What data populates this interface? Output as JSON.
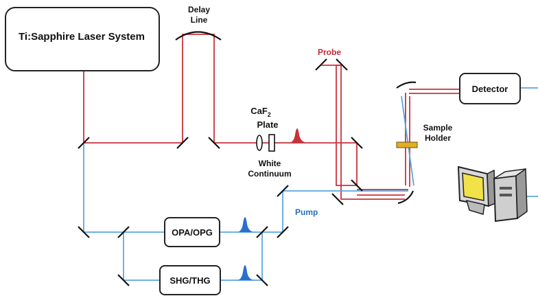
{
  "labels": {
    "laser": "Ti:Sapphire Laser System",
    "delay_line_1": "Delay",
    "delay_line_2": "Line",
    "caf2_main": "CaF",
    "caf2_sub": "2",
    "plate": "Plate",
    "white_1": "White",
    "white_2": "Continuum",
    "probe": "Probe",
    "pump": "Pump",
    "detector": "Detector",
    "sample_1": "Sample",
    "sample_2": "Holder",
    "opa": "OPA/OPG",
    "shg": "SHG/THG"
  },
  "colors": {
    "probe_beam": "#c8323c",
    "pump_beam": "#5aa7dd",
    "probe_label": "#c0283a",
    "pump_label": "#2a6fb5",
    "sample_holder": "#e0b020"
  }
}
